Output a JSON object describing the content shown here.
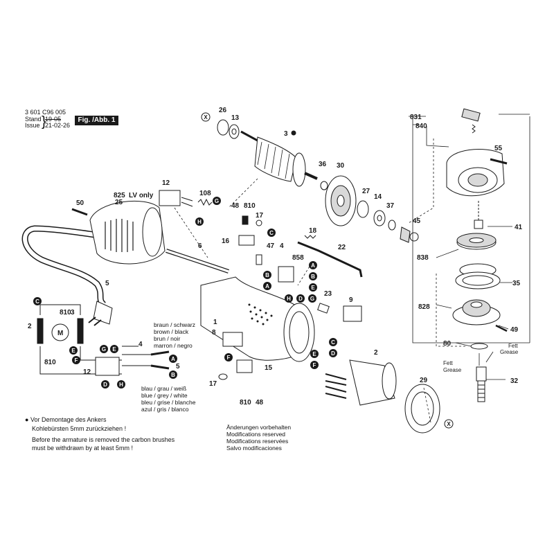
{
  "header": {
    "part_number": "3 601 C96 005",
    "stand_label": "Stand",
    "issue_label": "Issue",
    "old_date": "19-05",
    "new_date": "21-02-26",
    "figure_label": "Fig. /Abb. 1"
  },
  "part_labels": {
    "p831": "831",
    "p840": "840",
    "p55": "55",
    "p41": "41",
    "p838": "838",
    "p35": "35",
    "p828": "828",
    "p49": "49",
    "p80": "80",
    "p32": "32",
    "p26": "26",
    "p13": "13",
    "p3": "3",
    "p36": "36",
    "p30": "30",
    "p27": "27",
    "p14": "14",
    "p37": "37",
    "p45": "45",
    "p12": "12",
    "p108": "108",
    "p825": "825",
    "p825_note": "LV only",
    "p25": "25",
    "p50": "50",
    "p48": "48",
    "p810": "810",
    "p17": "17",
    "p16": "16",
    "p47": "47",
    "p4": "4",
    "p858": "858",
    "p18": "18",
    "p22": "22",
    "p6": "6",
    "p23": "23",
    "p9": "9",
    "p1": "1",
    "p8": "8",
    "p5": "5",
    "p2": "2",
    "p29": "29",
    "p15": "15",
    "p810b": "810",
    "p48b": "48",
    "p17b": "17",
    "w810": "810",
    "w3": "3",
    "w2": "2",
    "w810b": "810",
    "w12": "12",
    "w4": "4",
    "w5": "5",
    "wM": "M"
  },
  "grease": {
    "fett": "Fett",
    "grease": "Grease"
  },
  "markers": [
    "A",
    "B",
    "C",
    "D",
    "E",
    "F",
    "G",
    "H",
    "X"
  ],
  "wire_colors": {
    "r1": "braun / schwarz",
    "r2": "brown / black",
    "r3": "brun / noir",
    "r4": "marron / negro",
    "r5": "blau / grau / weiß",
    "r6": "blue / grey / white",
    "r7": "bleu / grise / blanche",
    "r8": "azul / gris / blanco"
  },
  "notes": {
    "de": "Vor Demontage des Ankers",
    "de2": "Kohlebürsten 5mm zurückziehen !",
    "en": "Before the armature is removed the carbon brushes",
    "en2": "must be withdrawn by at least 5mm !",
    "mod1": "Änderungen vorbehalten",
    "mod2": "Modifications reserved",
    "mod3": "Modifications reservées",
    "mod4": "Salvo modificaciones"
  },
  "colors": {
    "ink": "#1a1a1a",
    "fill": "#d9d9d9",
    "dark": "#3a3a3a"
  }
}
